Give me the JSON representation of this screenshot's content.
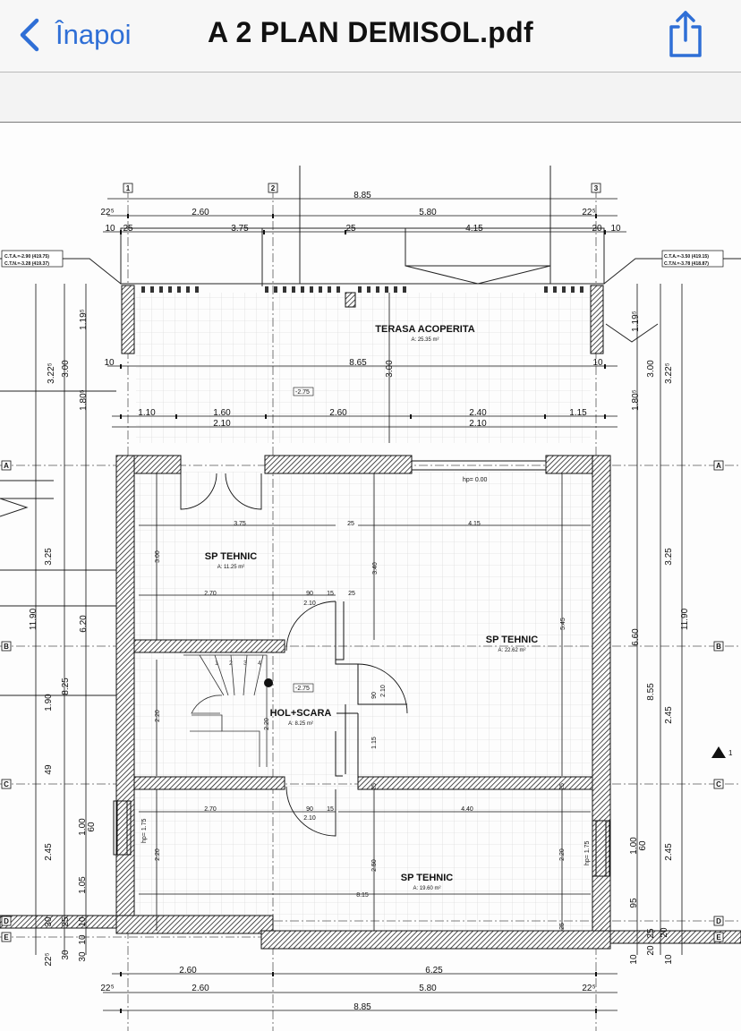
{
  "nav": {
    "back_label": "Înapoi",
    "title": "A 2 PLAN DEMISOL.pdf"
  },
  "icons": {
    "back": "chevron-left-icon",
    "share": "share-icon"
  },
  "colors": {
    "accent": "#2f6fd6"
  },
  "plan": {
    "axis_markers": {
      "top": [
        "1",
        "2",
        "3"
      ],
      "sides": [
        "A",
        "B",
        "C",
        "D",
        "E"
      ],
      "section": "1"
    },
    "elevation_left": [
      "C.T.A.=-2.90 (419.75)",
      "C.T.N.=-3.28 (419.37)"
    ],
    "elevation_right": [
      "C.T.A.=-3.50 (419.15)",
      "C.T.N.=-3.78 (418.87)"
    ],
    "level_marks": [
      "-2.75",
      "-2.75",
      "hp= 0.00",
      "hp= 1.75",
      "hp= 1.75"
    ],
    "rooms": [
      {
        "name": "TERASA ACOPERITA",
        "area": "A: 25.35 m²"
      },
      {
        "name": "SP TEHNIC",
        "area": "A: 11.25 m²"
      },
      {
        "name": "SP TEHNIC",
        "area": "A: 22.62 m²"
      },
      {
        "name": "HOL+SCARA",
        "area": "A: 8.25 m²"
      },
      {
        "name": "SP TEHNIC",
        "area": "A: 19.60 m²"
      }
    ],
    "dims_top": {
      "total": "8.85",
      "row2": [
        "22⁵",
        "2.60",
        "5.80",
        "22⁵"
      ],
      "row3": [
        "10",
        "25",
        "3.75",
        "25",
        "4.15",
        "20",
        "10"
      ]
    },
    "dims_terrace": {
      "width": "8.65",
      "row": [
        "1.10",
        "1.60",
        "2.60",
        "2.40",
        "1.15"
      ],
      "sub": [
        "2.10",
        "2.10"
      ],
      "height": "3.00",
      "left_ten": "10",
      "right_ten": "10"
    },
    "dims_interior": [
      "3.75",
      "25",
      "4.15",
      "2.70",
      "90",
      "15",
      "25",
      "2.10",
      "3.40",
      "5.45",
      "3.00",
      "2.20",
      "90",
      "2.10",
      "1.15",
      "25",
      "25",
      "2.70",
      "90",
      "15",
      "2.10",
      "4.40",
      "2.50",
      "8.15",
      "2.20",
      "2.20",
      "25",
      "2.20"
    ],
    "dims_left": [
      "3.22⁵",
      "3.00",
      "1.19⁵",
      "1.80⁵",
      "3.25",
      "11.90",
      "6.20",
      "8.25",
      "1.90",
      "49",
      "1.00",
      "60",
      "2.45",
      "1.05",
      "30",
      "10",
      "25",
      "22⁵",
      "30",
      "10",
      "30"
    ],
    "dims_right": [
      "3.22⁵",
      "3.00",
      "1.19⁵",
      "1.80⁵",
      "3.25",
      "11.90",
      "6.60",
      "8.55",
      "2.45",
      "1.00",
      "60",
      "2.45",
      "95",
      "10",
      "20",
      "10",
      "20",
      "25"
    ],
    "dims_bottom": {
      "row1": [
        "2.60",
        "6.25"
      ],
      "row2": [
        "22⁵",
        "2.60",
        "5.80",
        "22⁵"
      ],
      "total": "8.85"
    },
    "stair_steps": [
      "1",
      "2",
      "3",
      "4"
    ]
  }
}
